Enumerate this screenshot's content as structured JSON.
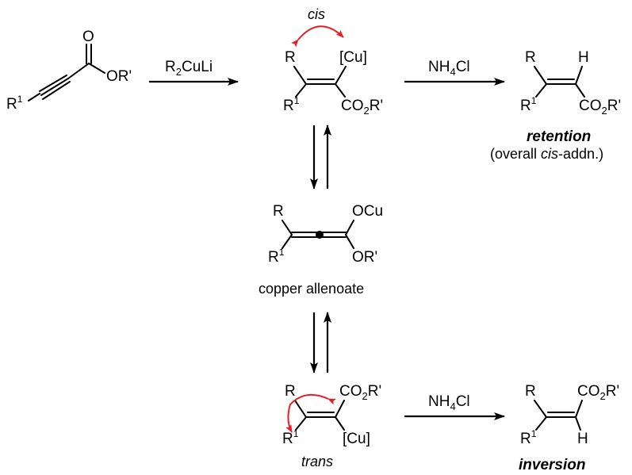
{
  "reactant": {
    "carbonyl_O": "O",
    "ester_OR": "OR'",
    "R1": "R",
    "R1_sup": "1"
  },
  "step1": {
    "reagent_main": "R",
    "reagent_sub": "2",
    "reagent_rest": "CuLi"
  },
  "cis_int": {
    "label": "cis",
    "R": "R",
    "R1": "R",
    "R1_sup": "1",
    "Cu": "[Cu]",
    "ester": "CO",
    "ester_sub": "2",
    "ester_rest": "R'"
  },
  "quench1": {
    "main": "NH",
    "sub": "4",
    "rest": "Cl"
  },
  "product_ret": {
    "R": "R",
    "H": "H",
    "R1": "R",
    "R1_sup": "1",
    "ester": "CO",
    "ester_sub": "2",
    "ester_rest": "R'",
    "title": "retention",
    "note_pre": "(overall ",
    "note_it": "cis",
    "note_post": "-addn.)"
  },
  "allenoate": {
    "R": "R",
    "R1": "R",
    "R1_sup": "1",
    "OCu": "OCu",
    "OR": "OR'",
    "caption": "copper allenoate"
  },
  "trans_int": {
    "label": "trans",
    "R": "R",
    "R1": "R",
    "R1_sup": "1",
    "ester": "CO",
    "ester_sub": "2",
    "ester_rest": "R'",
    "Cu": "[Cu]"
  },
  "quench2": {
    "main": "NH",
    "sub": "4",
    "rest": "Cl"
  },
  "product_inv": {
    "R": "R",
    "R1": "R",
    "R1_sup": "1",
    "ester": "CO",
    "ester_sub": "2",
    "ester_rest": "R'",
    "H": "H",
    "title": "inversion"
  },
  "colors": {
    "curved_arrow": "#e41e26",
    "ink": "#000000"
  }
}
